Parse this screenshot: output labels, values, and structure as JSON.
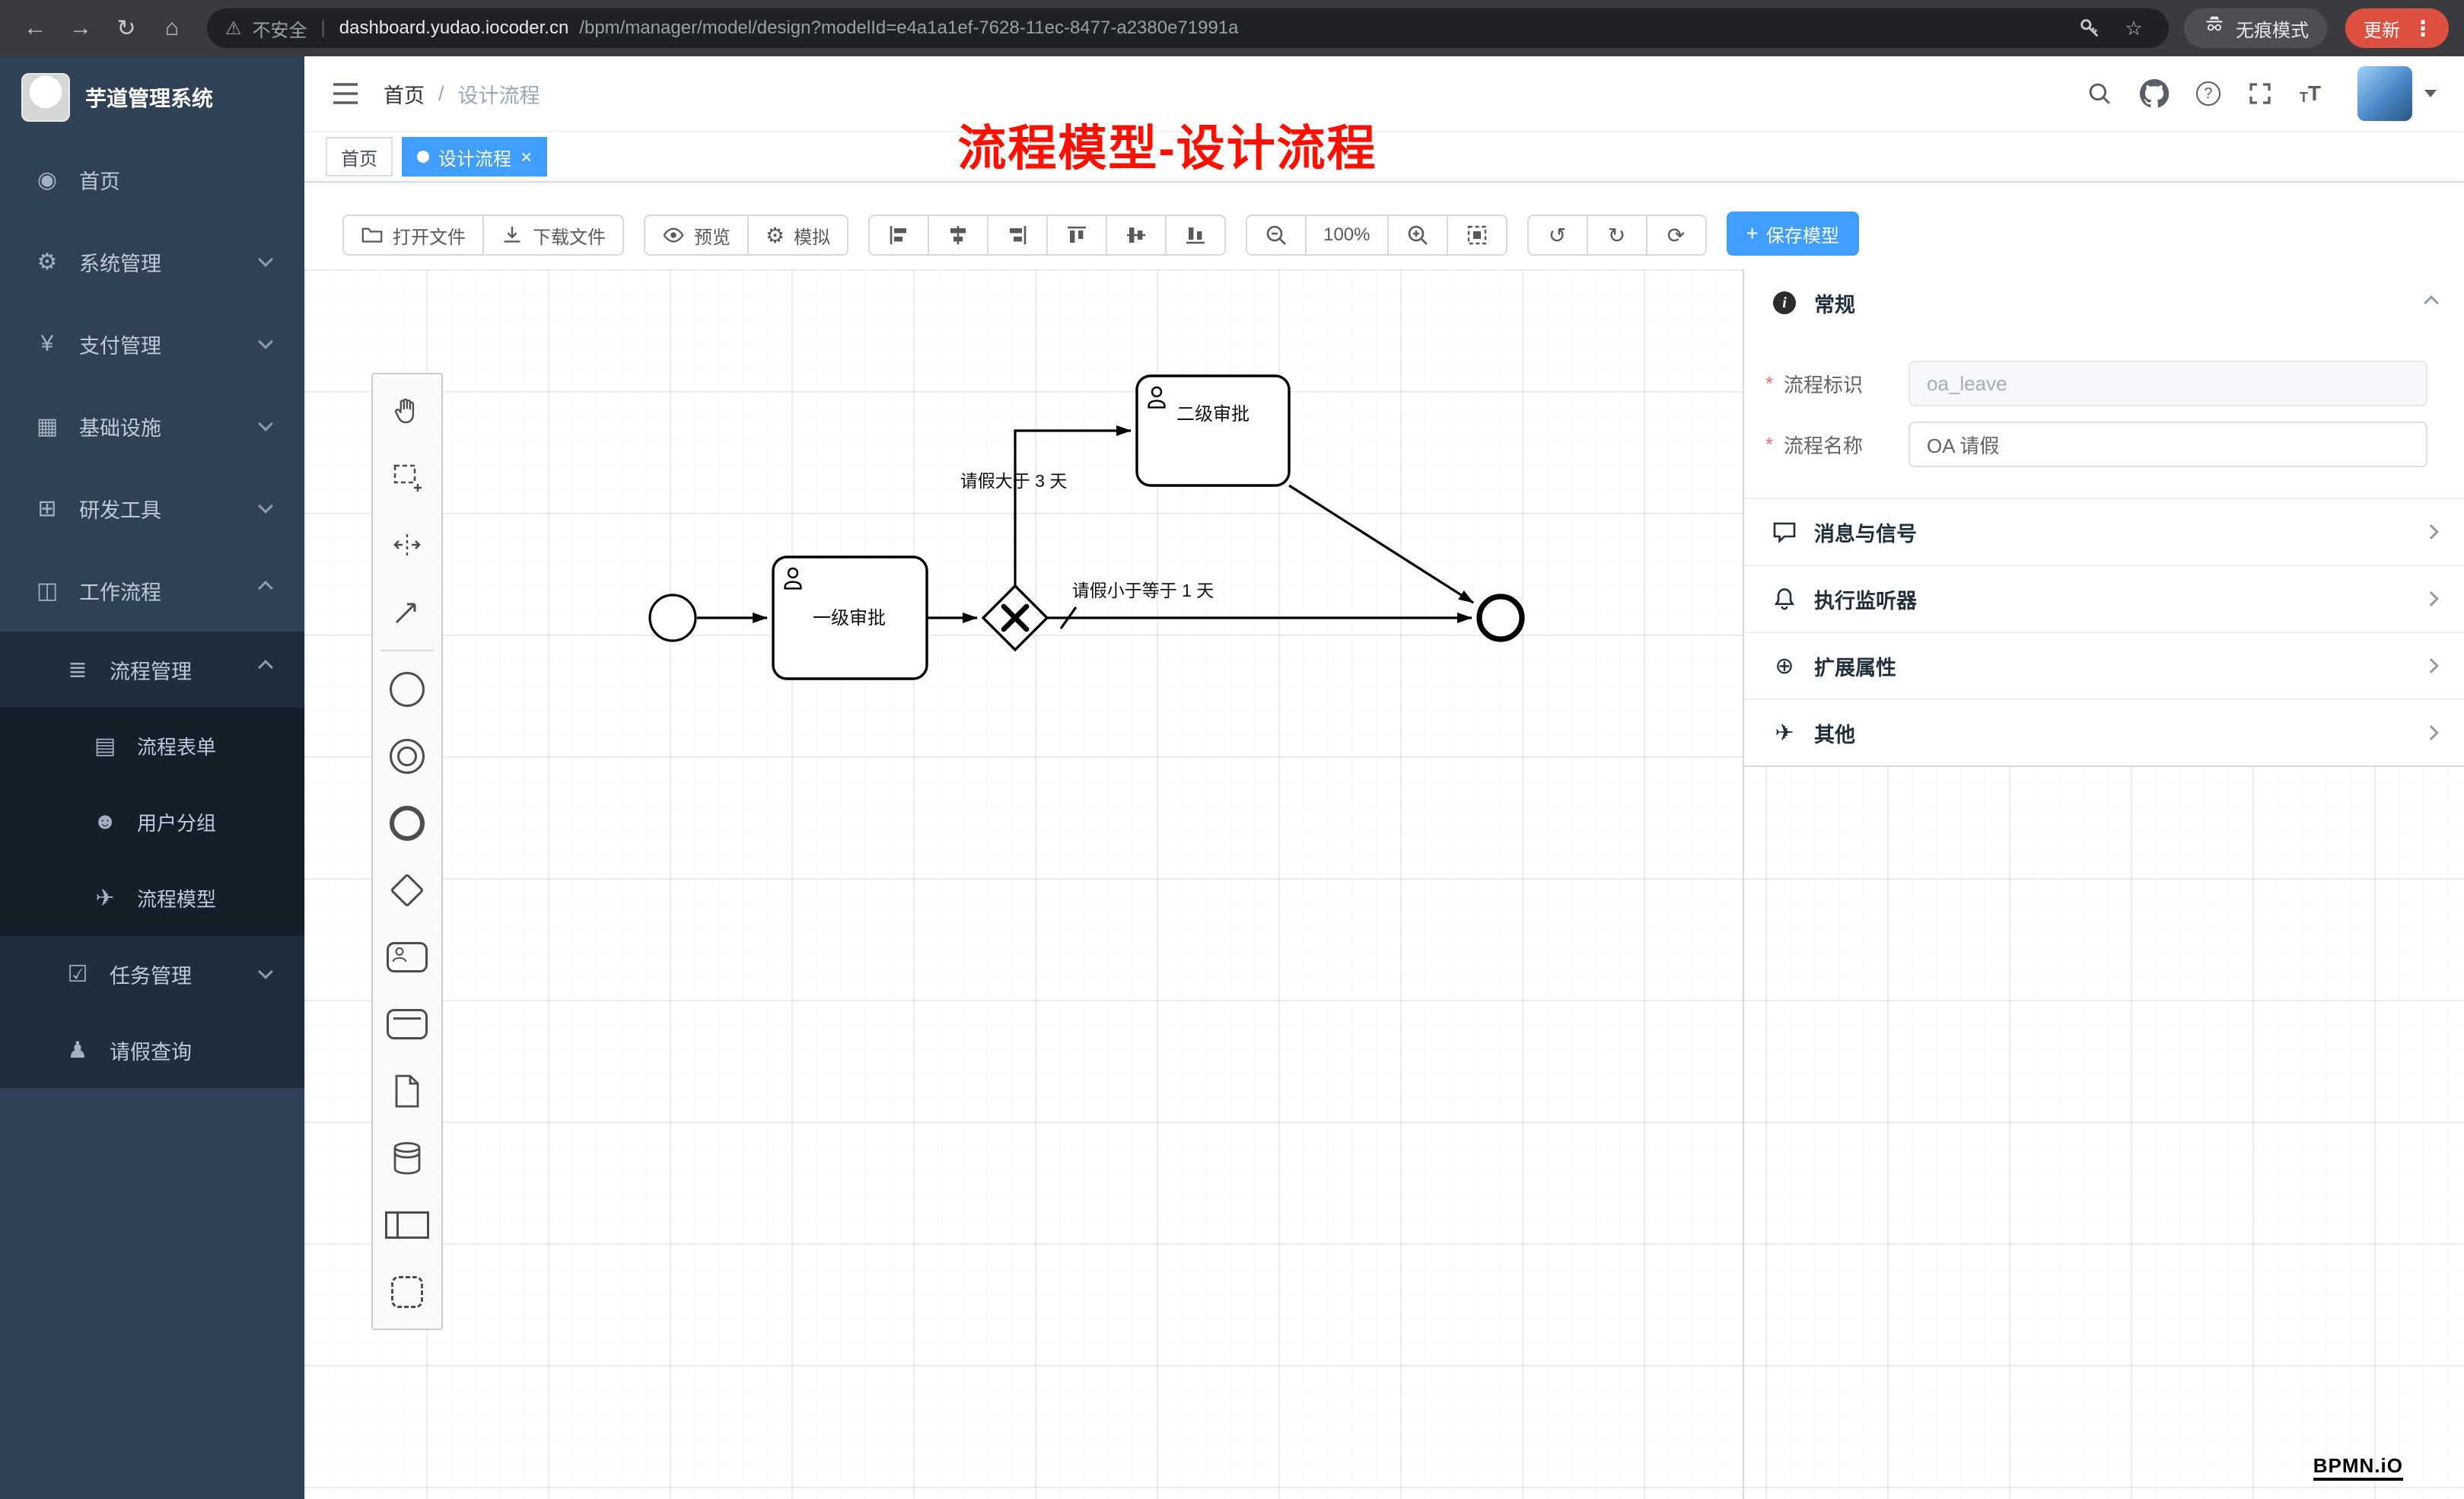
{
  "browser": {
    "security": "不安全",
    "url_host": "dashboard.yudao.iocoder.cn",
    "url_path": "/bpm/manager/model/design?modelId=e4a1a1ef-7628-11ec-8477-a2380e71991a",
    "incognito": "无痕模式",
    "update": "更新"
  },
  "sidebar": {
    "title": "芋道管理系统",
    "items": [
      {
        "label": "首页",
        "icon": "◉"
      },
      {
        "label": "系统管理",
        "icon": "⚙"
      },
      {
        "label": "支付管理",
        "icon": "¥"
      },
      {
        "label": "基础设施",
        "icon": "▦"
      },
      {
        "label": "研发工具",
        "icon": "⊞"
      },
      {
        "label": "工作流程",
        "icon": "◫"
      },
      {
        "label": "流程管理",
        "icon": "≣"
      },
      {
        "label": "流程表单",
        "icon": "▤"
      },
      {
        "label": "用户分组",
        "icon": "☻"
      },
      {
        "label": "流程模型",
        "icon": "✈"
      },
      {
        "label": "任务管理",
        "icon": "☑"
      },
      {
        "label": "请假查询",
        "icon": "♟"
      }
    ]
  },
  "navbar": {
    "breadcrumb": [
      "首页",
      "设计流程"
    ]
  },
  "tabs": [
    {
      "label": "首页"
    },
    {
      "label": "设计流程"
    }
  ],
  "annotation": "流程模型-设计流程",
  "toolbar": {
    "open": "打开文件",
    "download": "下载文件",
    "preview": "预览",
    "simulate": "模拟",
    "zoom_level": "100%",
    "save": "保存模型"
  },
  "diagram": {
    "task1": "一级审批",
    "task2": "二级审批",
    "cond_gt": "请假大于 3 天",
    "cond_le": "请假小于等于 1 天"
  },
  "properties": {
    "general_title": "常规",
    "fields": [
      {
        "label": "流程标识",
        "value": "oa_leave"
      },
      {
        "label": "流程名称",
        "value": "OA 请假"
      }
    ],
    "sections": [
      "消息与信号",
      "执行监听器",
      "扩展属性",
      "其他"
    ]
  },
  "watermark": "BPMN.iO",
  "colors": {
    "accent": "#409eff",
    "annotation": "#fe1000",
    "sidebar_bg": "#304156",
    "sidebar_sub_bg": "#1f2d3d",
    "update_chip": "#dd4f3e"
  },
  "icons": {
    "back": "←",
    "forward": "→",
    "reload": "↻",
    "home": "⌂",
    "warning": "⚠",
    "divider": "|",
    "star": "☆",
    "kebab": "⋮",
    "slash": "/",
    "question": "?",
    "text_size": "T",
    "undo": "↺",
    "redo": "↻",
    "reset": "⟳",
    "gear": "⚙",
    "plus": "+",
    "close": "×",
    "asterisk": "*",
    "plus_circle": "⊕",
    "send": "✈",
    "info": "i"
  }
}
